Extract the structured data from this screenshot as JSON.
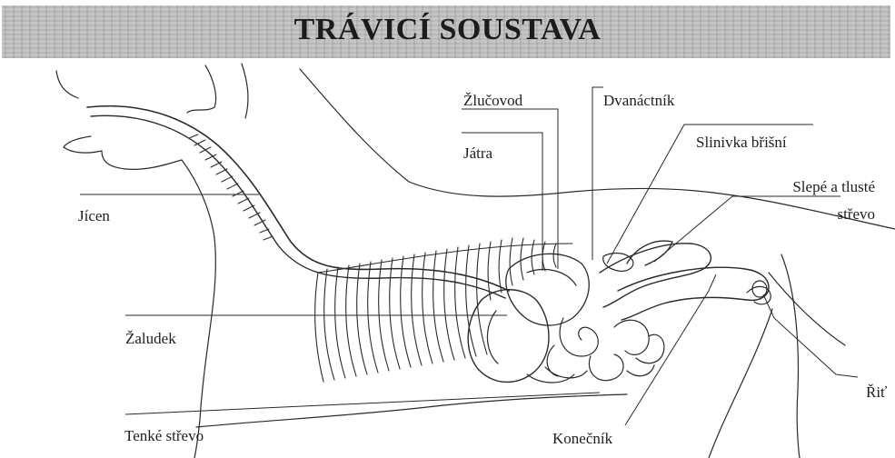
{
  "title": "TRÁVICÍ SOUSTAVA",
  "labels": {
    "jicen": "Jícen",
    "zaludek": "Žaludek",
    "tenke_strevo": "Tenké střevo",
    "zlucovod": "Žlučovod",
    "jatra": "Játra",
    "dvanactnik": "Dvanáctník",
    "slinivka": "Slinivka břišní",
    "slepe_line1": "Slepé a tlusté",
    "slepe_line2": "střevo",
    "rit": "Řiť",
    "konecnik": "Konečník"
  }
}
